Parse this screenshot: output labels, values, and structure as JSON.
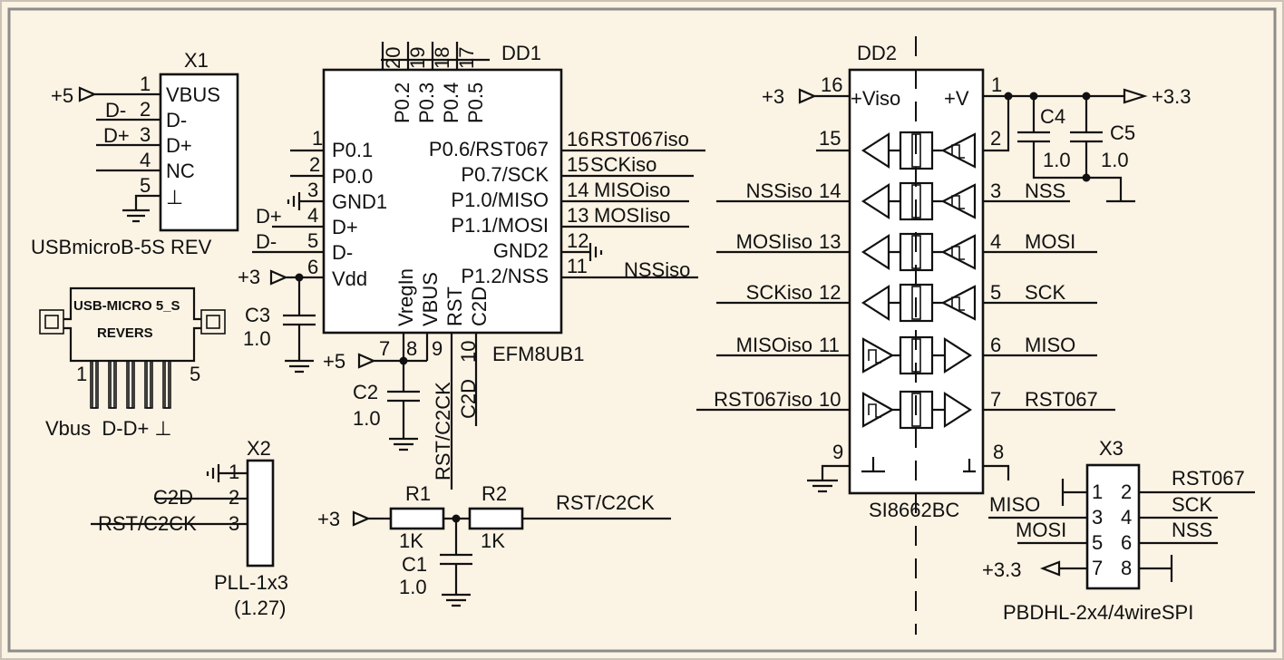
{
  "x1": {
    "ref": "X1",
    "name": "USBmicroB-5S REV",
    "pin_numbers": [
      "1",
      "2",
      "3",
      "4",
      "5"
    ],
    "pin_labels": [
      "VBUS",
      "D-",
      "D+",
      "NC",
      "⊥"
    ],
    "net_d_minus": "D-",
    "net_d_plus": "D+",
    "supply": "+5"
  },
  "connector_drawing": {
    "line1": "USB-MICRO 5_S",
    "line2": "REVERS",
    "pin_first": "1",
    "pin_last": "5",
    "legend": "Vbus  D-D+ ⊥"
  },
  "dd1": {
    "ref": "DD1",
    "name": "EFM8UB1",
    "top_pin_numbers": [
      "20",
      "19",
      "18",
      "17"
    ],
    "top_pin_labels": [
      "P0.2",
      "P0.3",
      "P0.4",
      "P0.5"
    ],
    "left_pin_numbers": [
      "1",
      "2",
      "3",
      "4",
      "5",
      "6"
    ],
    "left_pin_labels": [
      "P0.1",
      "P0.0",
      "GND1",
      "D+",
      "D-",
      "Vdd"
    ],
    "left_nets": {
      "d_plus": "D+",
      "d_minus": "D-",
      "supply": "+3"
    },
    "right_pin_numbers": [
      "16",
      "15",
      "14",
      "13",
      "12",
      "11"
    ],
    "right_pin_labels": [
      "P0.6/RST067",
      "P0.7/SCK",
      "P1.0/MISO",
      "P1.1/MOSI",
      "GND2",
      "P1.2/NSS"
    ],
    "right_nets": [
      "RST067iso",
      "SCKiso",
      "MISOiso",
      "MOSIiso",
      "",
      "NSSiso"
    ],
    "bottom_pin_numbers": [
      "7",
      "8",
      "9",
      "10"
    ],
    "bottom_pin_labels": [
      "VregIn",
      "VBUS",
      "RST",
      "C2D"
    ],
    "bottom_nets": {
      "supply": "+5",
      "rst": "RST/C2CK",
      "c2d": "C2D"
    }
  },
  "c3": {
    "ref": "C3",
    "value": "1.0"
  },
  "c2": {
    "ref": "C2",
    "value": "1.0"
  },
  "c1": {
    "ref": "C1",
    "value": "1.0"
  },
  "r1": {
    "ref": "R1",
    "value": "1K"
  },
  "r2": {
    "ref": "R2",
    "value": "1K"
  },
  "rc_net": {
    "supply": "+3",
    "out": "RST/C2CK"
  },
  "x2": {
    "ref": "X2",
    "name": "PLL-1x3",
    "pitch": "(1.27)",
    "pin_numbers": [
      "1",
      "2",
      "3"
    ],
    "nets": [
      "C2D",
      "RST/C2CK"
    ]
  },
  "dd2": {
    "ref": "DD2",
    "name": "SI8662BC",
    "left_top_pin": "16",
    "left_top_label": "+Viso",
    "left_top_net": "+3",
    "right_top_pin": "1",
    "right_top_label": "+V",
    "right_top_net": "+3.3",
    "channels": [
      {
        "left_pin": "15",
        "left_net": "",
        "right_pin": "2",
        "right_net": ""
      },
      {
        "left_pin": "14",
        "left_net": "NSSiso",
        "right_pin": "3",
        "right_net": "NSS"
      },
      {
        "left_pin": "13",
        "left_net": "MOSIiso",
        "right_pin": "4",
        "right_net": "MOSI"
      },
      {
        "left_pin": "12",
        "left_net": "SCKiso",
        "right_pin": "5",
        "right_net": "SCK"
      },
      {
        "left_pin": "11",
        "left_net": "MISOiso",
        "right_pin": "6",
        "right_net": "MISO"
      },
      {
        "left_pin": "10",
        "left_net": "RST067iso",
        "right_pin": "7",
        "right_net": "RST067"
      }
    ],
    "gnd_left_pin": "9",
    "gnd_right_pin": "8"
  },
  "c4": {
    "ref": "C4",
    "value": "1.0"
  },
  "c5": {
    "ref": "C5",
    "value": "1.0"
  },
  "x3": {
    "ref": "X3",
    "name": "PBDHL-2x4/4wireSPI",
    "left_pins": [
      "1",
      "3",
      "5",
      "7"
    ],
    "right_pins": [
      "2",
      "4",
      "6",
      "8"
    ],
    "left_nets": [
      "MISO",
      "MOSI",
      "",
      "+3.3"
    ],
    "right_nets": [
      "RST067",
      "SCK",
      "NSS",
      ""
    ]
  }
}
